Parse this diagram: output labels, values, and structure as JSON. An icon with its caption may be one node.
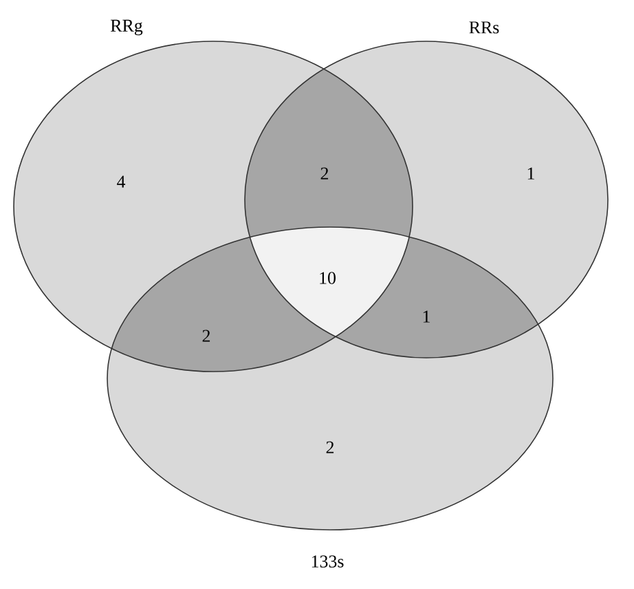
{
  "diagram": {
    "nodes": [
      {
        "text": [
          "RRg"
        ]
      },
      {
        "text": [
          "RRs"
        ]
      },
      {
        "text": [
          "133s"
        ]
      }
    ],
    "labels": [
      "4",
      "2",
      "1",
      "10",
      "2",
      "1",
      "2"
    ]
  }
}
